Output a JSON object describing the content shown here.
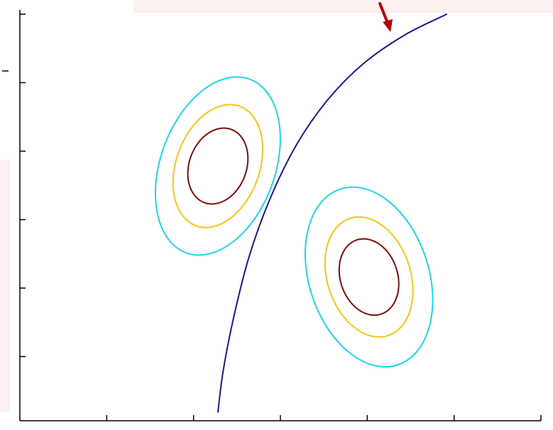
{
  "colors": {
    "background": "#ffffff",
    "panel": "#fdf0ee",
    "axis": "#000000",
    "boundary": "#1a1a8c",
    "contour_outer": "#22d3ee",
    "contour_middle": "#f5c518",
    "contour_inner": "#7a0e0e",
    "arrow": "#b30000"
  },
  "chart_data": {
    "type": "contour",
    "title": "",
    "xlabel": "",
    "ylabel": "",
    "x_ticks": 6,
    "y_ticks": 5,
    "tick_labels_visible": false,
    "grid": false,
    "legend": "none",
    "clusters": [
      {
        "center": [
          0.38,
          0.62
        ],
        "tilt_deg": 20,
        "contours": [
          {
            "level": "outer",
            "color": "contour_outer",
            "rx": 0.11,
            "ry": 0.225
          },
          {
            "level": "middle",
            "color": "contour_middle",
            "rx": 0.08,
            "ry": 0.155
          },
          {
            "level": "inner",
            "color": "contour_inner",
            "rx": 0.055,
            "ry": 0.095
          }
        ]
      },
      {
        "center": [
          0.67,
          0.35
        ],
        "tilt_deg": -18,
        "contours": [
          {
            "level": "outer",
            "color": "contour_outer",
            "rx": 0.115,
            "ry": 0.225
          },
          {
            "level": "middle",
            "color": "contour_middle",
            "rx": 0.08,
            "ry": 0.15
          },
          {
            "level": "inner",
            "color": "contour_inner",
            "rx": 0.055,
            "ry": 0.095
          }
        ]
      }
    ],
    "decision_boundary": {
      "color": "boundary",
      "points": [
        [
          0.38,
          0.02
        ],
        [
          0.39,
          0.12
        ],
        [
          0.41,
          0.25
        ],
        [
          0.44,
          0.4
        ],
        [
          0.48,
          0.54
        ],
        [
          0.53,
          0.67
        ],
        [
          0.59,
          0.78
        ],
        [
          0.66,
          0.87
        ],
        [
          0.74,
          0.94
        ],
        [
          0.82,
          0.99
        ]
      ]
    },
    "annotation": {
      "type": "arrow",
      "color": "arrow",
      "points_to": [
        0.71,
        0.95
      ]
    }
  }
}
